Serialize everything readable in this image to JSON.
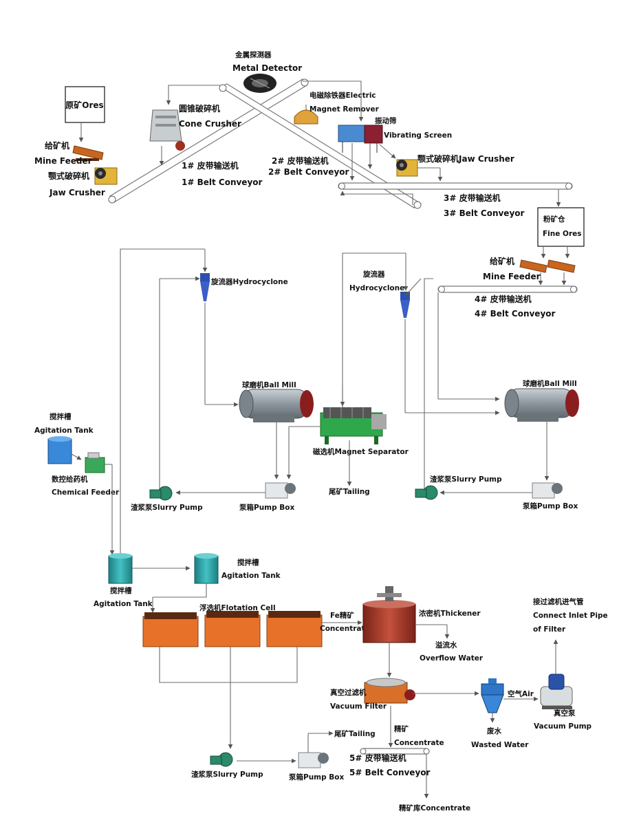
{
  "labels": {
    "raw_ores": "原矿Ores",
    "mine_feeder_cn": "给矿机",
    "mine_feeder_en": "Mine Feeder",
    "jaw_crusher_cn": "颚式破碎机",
    "jaw_crusher_en": "Jaw Crusher",
    "metal_detector_cn": "金属探测器",
    "metal_detector_en": "Metal Detector",
    "cone_crusher_cn": "圆锥破碎机",
    "cone_crusher_en": "Cone Crusher",
    "belt1_cn": "1# 皮带输送机",
    "belt1_en": "1# Belt Conveyor",
    "belt2_cn": "2# 皮带输送机",
    "belt2_en": "2# Belt Conveyor",
    "magnet_remover_1": "电磁除铁器Electric",
    "magnet_remover_2": "Magnet Remover",
    "vibrating_screen_cn": "振动筛",
    "vibrating_screen_en": "Vibrating Screen",
    "jaw_crusher2": "颚式破碎机Jaw Crusher",
    "belt3_cn": "3# 皮带输送机",
    "belt3_en": "3# Belt Conveyor",
    "fine_ores_cn": "粉矿仓",
    "fine_ores_en": "Fine Ores",
    "mine_feeder2_cn": "给矿机",
    "mine_feeder2_en": "Mine Feeder",
    "belt4_cn": "4# 皮带输送机",
    "belt4_en": "4# Belt Conveyor",
    "hydrocyclone1": "旋流器Hydrocyclone",
    "hydrocyclone2_cn": "旋流器",
    "hydrocyclone2_en": "Hydrocyclone",
    "ball_mill1": "球磨机Ball Mill",
    "ball_mill2": "球磨机Ball Mill",
    "magnet_separator": "磁选机Magnet Separator",
    "tailing1": "尾矿Tailing",
    "slurry_pump1": "渣浆泵Slurry Pump",
    "pump_box1": "泵箱Pump Box",
    "slurry_pump2": "渣浆泵Slurry Pump",
    "pump_box2": "泵箱Pump Box",
    "agitation_tank_top_cn": "搅拌槽",
    "agitation_tank_top_en": "Agitation Tank",
    "chemical_feeder_cn": "数控给药机",
    "chemical_feeder_en": "Chemical Feeder",
    "agitation_tank1_cn": "搅拌槽",
    "agitation_tank1_en": "Agitation Tank",
    "agitation_tank2_cn": "搅拌槽",
    "agitation_tank2_en": "Agitation Tank",
    "flotation_cell": "浮选机Flotation Cell",
    "fe_concentrate_1": "Fe精矿",
    "fe_concentrate_2": "Concentrate",
    "thickener": "浓密机Thickener",
    "overflow_cn": "溢流水",
    "overflow_en": "Overflow Water",
    "filter_pipe_1": "接过滤机进气管",
    "filter_pipe_2": "Connect Inlet Pipe",
    "filter_pipe_3": "of Filter",
    "vacuum_filter_cn": "真空过滤机",
    "vacuum_filter_en": "Vacuum Filter",
    "air": "空气Air",
    "vacuum_pump_cn": "真空泵",
    "vacuum_pump_en": "Vacuum Pump",
    "wasted_water_cn": "废水",
    "wasted_water_en": "Wasted Water",
    "concentrate_cn": "精矿",
    "concentrate_en": "Concentrate",
    "tailing2": "尾矿Tailing",
    "belt5_cn": "5# 皮带输送机",
    "belt5_en": "5# Belt Conveyor",
    "slurry_pump3": "渣浆泵Slurry Pump",
    "pump_box3": "泵箱Pump Box",
    "concentrate_store": "精矿库Concentrate"
  },
  "colors": {
    "crusher_yellow": "#e2b53a",
    "feeder_orange": "#c9651e",
    "flotation_orange": "#e8712a",
    "tank_teal": "#2aa3a6",
    "separator_green": "#2ea84a",
    "mill_gray": "#9aa4ab",
    "cyclone_blue": "#2e4fb0",
    "thickener_red": "#a3392b",
    "slurry_pump_green": "#2a8a6a",
    "filter_blue": "#2e76c9",
    "pump_blue": "#2a52a8"
  }
}
